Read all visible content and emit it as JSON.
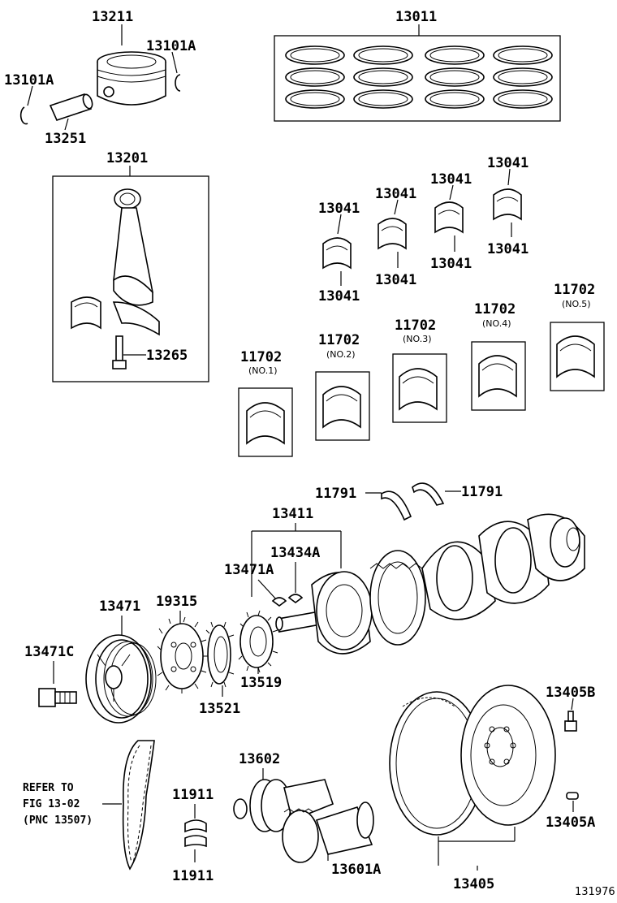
{
  "figure_id": "131976",
  "parts": {
    "piston": "13211",
    "snap_ring_right": "13101A",
    "snap_ring_left": "13101A",
    "piston_pin": "13251",
    "ring_set": "13011",
    "connecting_rod": "13201",
    "rod_bolt": "13265",
    "rod_bearing_1_top": "13041",
    "rod_bearing_1_bottom": "13041",
    "rod_bearing_2_top": "13041",
    "rod_bearing_2_bottom": "13041",
    "rod_bearing_3_top": "13041",
    "rod_bearing_3_bottom": "13041",
    "rod_bearing_4_top": "13041",
    "rod_bearing_4_bottom": "13041",
    "main_bearing_1": "11702",
    "main_bearing_2": "11702",
    "main_bearing_3": "11702",
    "main_bearing_4": "11702",
    "main_bearing_5": "11702",
    "thrust_washer_left": "11791",
    "thrust_washer_right": "11791",
    "crankshaft": "13411",
    "key_a": "13434A",
    "key_b": "13471A",
    "pulley": "13471",
    "pulley_bolt": "13471C",
    "sprocket": "19315",
    "plate": "13521",
    "timing_gear": "13519",
    "balance_shaft": "13602",
    "balance_shaft_a": "13601A",
    "bearing_pair_top": "11911",
    "bearing_pair_bottom": "11911",
    "flywheel": "13405",
    "flywheel_bolt": "13405B",
    "flywheel_pin": "13405A"
  },
  "positions": {
    "no1": "(NO.1)",
    "no2": "(NO.2)",
    "no3": "(NO.3)",
    "no4": "(NO.4)",
    "no5": "(NO.5)"
  },
  "refer": {
    "line1": "REFER TO",
    "line2": "FIG 13-02",
    "line3": "(PNC 13507)"
  }
}
